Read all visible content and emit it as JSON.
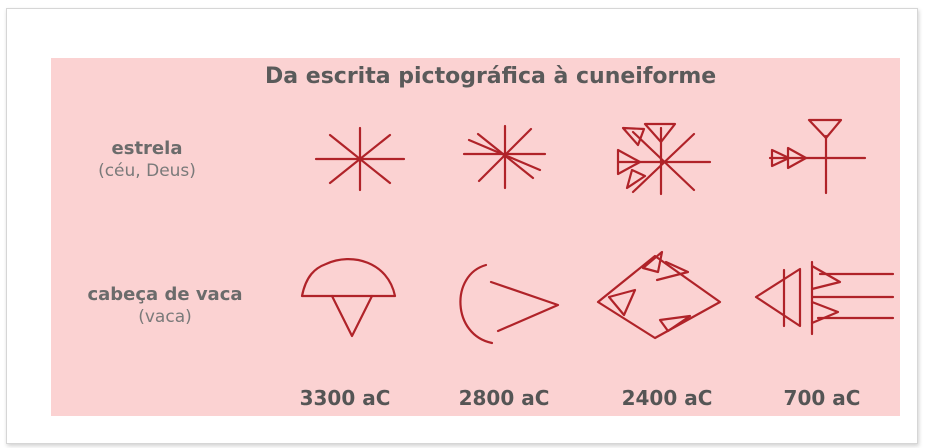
{
  "figure": {
    "title": "Da escrita pictográfica à cuneiforme",
    "accent_color": "#b02329",
    "background_color": "#fbd2d2",
    "rows": [
      {
        "label": "estrela",
        "sublabel": "(céu, Deus)"
      },
      {
        "label": "cabeça de vaca",
        "sublabel": "(vaca)"
      }
    ],
    "periods": [
      "3300 aC",
      "2800 aC",
      "2400 aC",
      "700 aC"
    ],
    "glyphs": [
      [
        "star-pictograph-icon",
        "star-rotated-icon",
        "star-cuneiform-icon",
        "star-late-cuneiform-icon"
      ],
      [
        "cow-head-pictograph-icon",
        "cow-head-rotated-icon",
        "cow-head-cuneiform-icon",
        "cow-head-late-cuneiform-icon"
      ]
    ]
  }
}
